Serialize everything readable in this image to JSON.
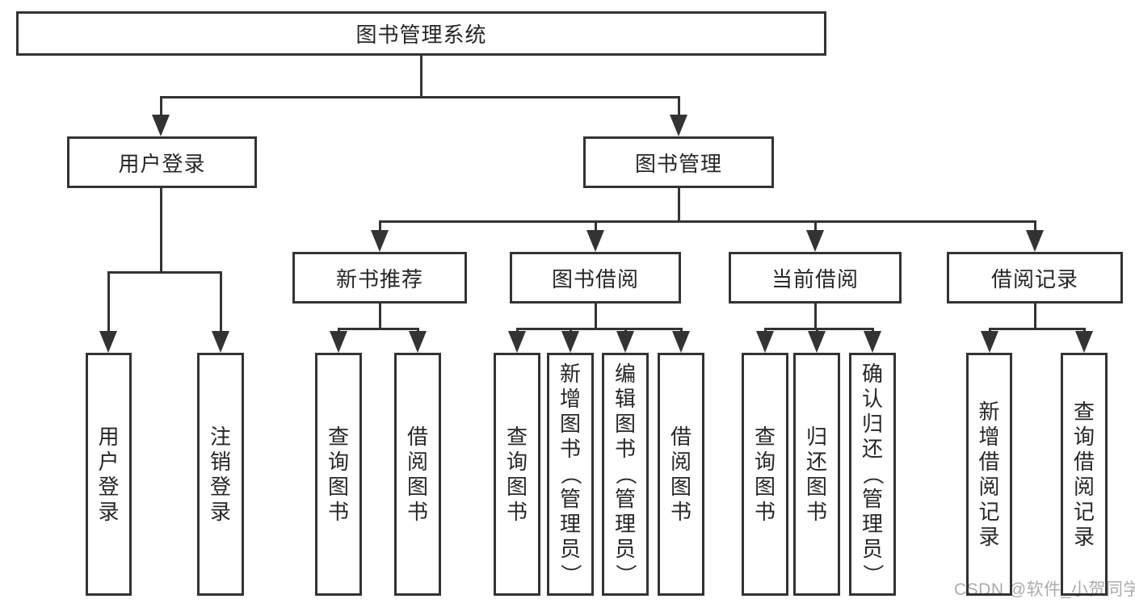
{
  "tree": {
    "label": "图书管理系统",
    "children": [
      {
        "label": "用户登录",
        "children": [
          {
            "label": "用户登录"
          },
          {
            "label": "注销登录"
          }
        ]
      },
      {
        "label": "图书管理",
        "children": [
          {
            "label": "新书推荐",
            "children": [
              {
                "label": "查询图书"
              },
              {
                "label": "借阅图书"
              }
            ]
          },
          {
            "label": "图书借阅",
            "children": [
              {
                "label": "查询图书"
              },
              {
                "label": "新增图书（管理员）"
              },
              {
                "label": "编辑图书（管理员）"
              },
              {
                "label": "借阅图书"
              }
            ]
          },
          {
            "label": "当前借阅",
            "children": [
              {
                "label": "查询图书"
              },
              {
                "label": "归还图书"
              },
              {
                "label": "确认归还（管理员）"
              }
            ]
          },
          {
            "label": "借阅记录",
            "children": [
              {
                "label": "新增借阅记录"
              },
              {
                "label": "查询借阅记录"
              }
            ]
          }
        ]
      }
    ]
  },
  "watermark": {
    "text": "CSDN @软件_小贺同学"
  },
  "colors": {
    "line": "#333333",
    "text": "#262626",
    "watermark": "#ababab",
    "background": "#ffffff"
  }
}
